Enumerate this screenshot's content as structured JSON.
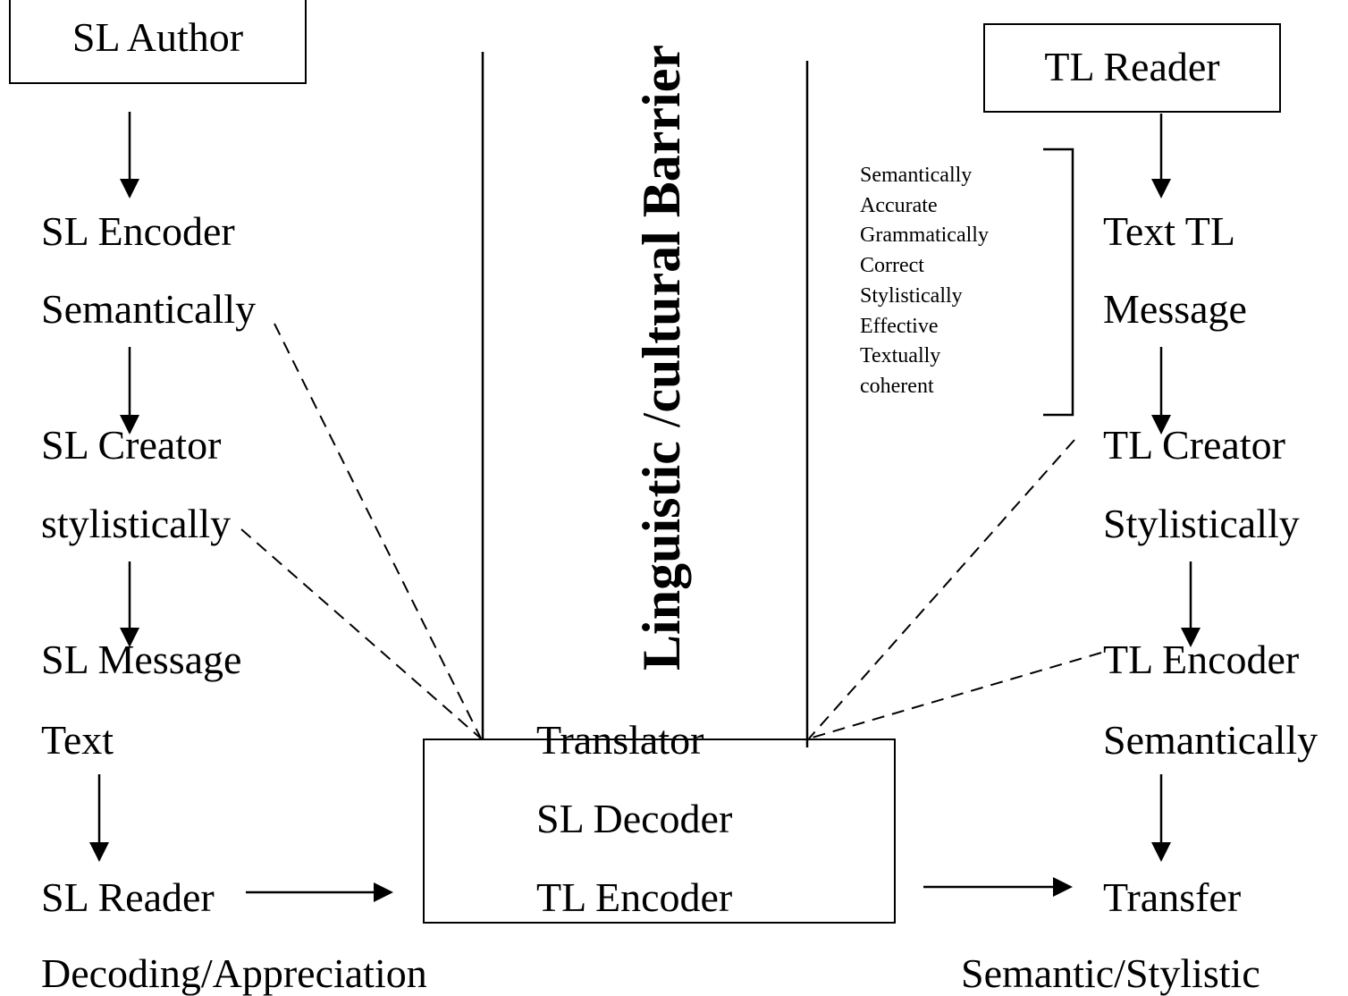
{
  "boxes": {
    "sl_author": "SL Author",
    "tl_reader": "TL Reader"
  },
  "left_column": {
    "sl_encoder": "SL Encoder",
    "semantically": "Semantically",
    "sl_creator": "SL Creator",
    "stylistically": "stylistically",
    "sl_message": "SL Message",
    "text": "Text",
    "sl_reader": "SL Reader",
    "decoding": "Decoding/Appreciation"
  },
  "center": {
    "translator": "Translator",
    "sl_decoder": "SL Decoder",
    "tl_encoder": "TL Encoder",
    "barrier_bold_1": "Linguistic",
    "barrier_thin": " /",
    "barrier_bold_2": "cultural Barrier"
  },
  "qualities": [
    "Semantically",
    "Accurate",
    "Grammatically",
    "Correct",
    "Stylistically",
    "Effective",
    "Textually",
    "coherent"
  ],
  "right_column": {
    "text_tl": "Text TL",
    "message": "Message",
    "tl_creator": "TL Creator",
    "stylistically": "Stylistically",
    "tl_encoder": "TL Encoder",
    "semantically": "Semantically",
    "transfer": "Transfer",
    "semantic_stylistic": "Semantic/Stylistic"
  }
}
